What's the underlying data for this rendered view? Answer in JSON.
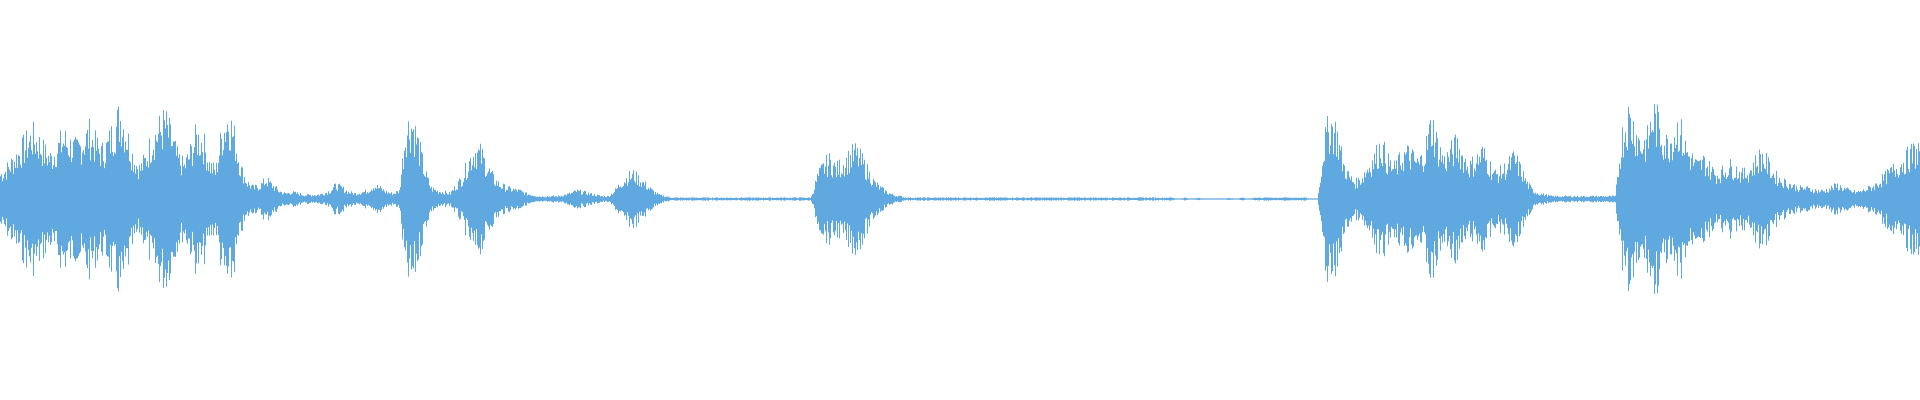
{
  "waveform": {
    "color": "#5fa8e0",
    "background": "#ffffff",
    "amplitude_envelope": [
      0.18,
      0.22,
      0.28,
      0.34,
      0.4,
      0.46,
      0.42,
      0.34,
      0.3,
      0.38,
      0.44,
      0.4,
      0.36,
      0.42,
      0.48,
      0.4,
      0.34,
      0.4,
      0.52,
      0.62,
      0.46,
      0.3,
      0.22,
      0.3,
      0.44,
      0.5,
      0.56,
      0.44,
      0.3,
      0.24,
      0.34,
      0.46,
      0.42,
      0.26,
      0.2,
      0.48,
      0.6,
      0.44,
      0.22,
      0.12,
      0.08,
      0.1,
      0.14,
      0.1,
      0.06,
      0.04,
      0.05,
      0.04,
      0.03,
      0.03,
      0.03,
      0.04,
      0.06,
      0.1,
      0.08,
      0.05,
      0.04,
      0.05,
      0.06,
      0.1,
      0.08,
      0.05,
      0.04,
      0.06,
      0.5,
      0.56,
      0.4,
      0.2,
      0.08,
      0.06,
      0.05,
      0.04,
      0.1,
      0.16,
      0.28,
      0.36,
      0.32,
      0.22,
      0.14,
      0.1,
      0.08,
      0.07,
      0.06,
      0.04,
      0.03,
      0.02,
      0.02,
      0.02,
      0.02,
      0.03,
      0.04,
      0.06,
      0.05,
      0.04,
      0.03,
      0.02,
      0.02,
      0.06,
      0.12,
      0.16,
      0.18,
      0.14,
      0.1,
      0.06,
      0.03,
      0.02,
      0.01,
      0.01,
      0.01,
      0.01,
      0.01,
      0.01,
      0.01,
      0.01,
      0.01,
      0.01,
      0.01,
      0.01,
      0.01,
      0.01,
      0.01,
      0.01,
      0.01,
      0.01,
      0.01,
      0.01,
      0.01,
      0.01,
      0.01,
      0.16,
      0.24,
      0.28,
      0.22,
      0.26,
      0.3,
      0.34,
      0.28,
      0.2,
      0.12,
      0.08,
      0.05,
      0.03,
      0.02,
      0.01,
      0.01,
      0.01,
      0.01,
      0.01,
      0.01,
      0.01,
      0.01,
      0.01,
      0.01,
      0.01,
      0.01,
      0.01,
      0.01,
      0.01,
      0.01,
      0.01,
      0.01,
      0.01,
      0.01,
      0.01,
      0.01,
      0.01,
      0.01,
      0.01,
      0.01,
      0.01,
      0.01,
      0.01,
      0.01,
      0.01,
      0.01,
      0.01,
      0.01,
      0.01,
      0.01,
      0.01,
      0.01,
      0.01,
      0.01,
      0.01,
      0.01,
      0.01,
      0.0,
      0.01,
      0.0,
      0.01,
      0.0,
      0.0,
      0.0,
      0.0,
      0.01,
      0.0,
      0.01,
      0.0,
      0.01,
      0.01,
      0.01,
      0.01,
      0.01,
      0.01,
      0.01,
      0.01,
      0.01,
      0.0,
      0.0,
      0.4,
      0.56,
      0.48,
      0.26,
      0.16,
      0.12,
      0.16,
      0.24,
      0.3,
      0.4,
      0.28,
      0.22,
      0.28,
      0.34,
      0.3,
      0.26,
      0.36,
      0.56,
      0.38,
      0.28,
      0.34,
      0.4,
      0.3,
      0.24,
      0.28,
      0.34,
      0.26,
      0.18,
      0.2,
      0.24,
      0.3,
      0.22,
      0.12,
      0.06,
      0.04,
      0.03,
      0.02,
      0.02,
      0.02,
      0.02,
      0.02,
      0.02,
      0.02,
      0.02,
      0.02,
      0.02,
      0.02,
      0.44,
      0.6,
      0.52,
      0.4,
      0.42,
      0.62,
      0.52,
      0.4,
      0.46,
      0.54,
      0.38,
      0.3,
      0.24,
      0.28,
      0.22,
      0.18,
      0.2,
      0.24,
      0.22,
      0.18,
      0.2,
      0.26,
      0.32,
      0.26,
      0.18,
      0.14,
      0.12,
      0.1,
      0.08,
      0.08,
      0.07,
      0.06,
      0.06,
      0.08,
      0.1,
      0.08,
      0.06,
      0.05,
      0.06,
      0.08,
      0.1,
      0.14,
      0.18,
      0.22,
      0.26,
      0.3,
      0.34,
      0.36
    ]
  }
}
